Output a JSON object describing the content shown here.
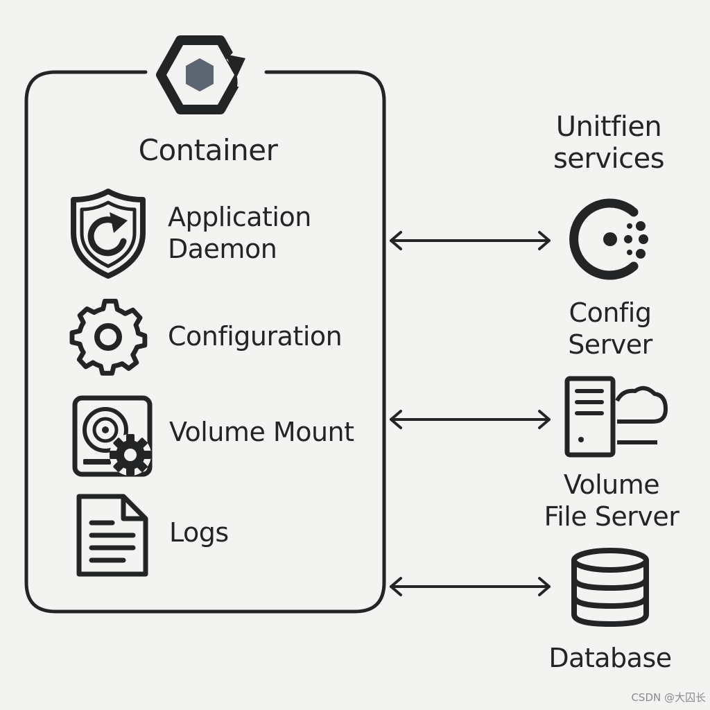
{
  "container": {
    "title": "Container",
    "items": [
      {
        "line1": "Application",
        "line2": "Daemon",
        "icon": "shield-refresh-icon"
      },
      {
        "line1": "Configuration",
        "line2": "",
        "icon": "gear-icon"
      },
      {
        "line1": "Volume Mount",
        "line2": "",
        "icon": "disk-gear-icon"
      },
      {
        "line1": "Logs",
        "line2": "",
        "icon": "document-icon"
      }
    ],
    "badge_icon": "hexagon-refresh-icon"
  },
  "services": {
    "heading_line1": "Unitfien",
    "heading_line2": "services",
    "items": [
      {
        "line1": "Config",
        "line2": "Server",
        "icon": "consul-icon"
      },
      {
        "line1": "Volume",
        "line2": "File Server",
        "icon": "server-cloud-icon"
      },
      {
        "line1": "Database",
        "line2": "",
        "icon": "database-icon"
      }
    ]
  },
  "connections": [
    {
      "from": "container",
      "to": "Config Server",
      "direction": "bidirectional"
    },
    {
      "from": "container",
      "to": "Volume File Server",
      "direction": "bidirectional"
    },
    {
      "from": "container",
      "to": "Database",
      "direction": "bidirectional"
    }
  ],
  "colors": {
    "background": "#f3f3f2",
    "stroke": "#222426",
    "accent": "#5b6670"
  },
  "watermark": "CSDN @大囚长"
}
